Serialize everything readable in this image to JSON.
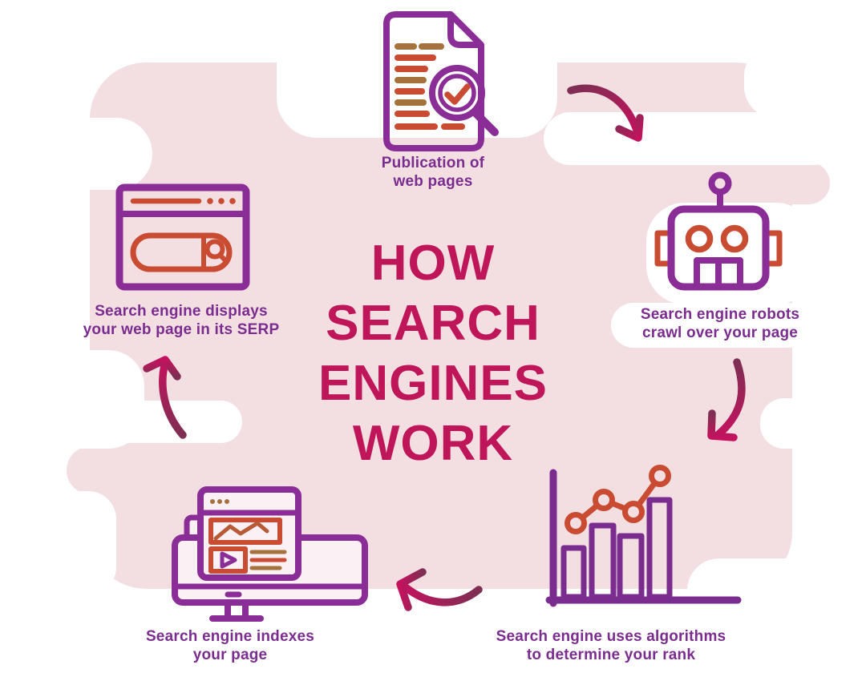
{
  "title": {
    "lines": [
      "HOW",
      "SEARCH",
      "ENGINES",
      "WORK"
    ]
  },
  "steps": [
    {
      "id": "publication",
      "icon": "document-search-icon",
      "label": "Publication of\nweb pages"
    },
    {
      "id": "crawl",
      "icon": "robot-icon",
      "label": "Search engine robots\ncrawl over your page"
    },
    {
      "id": "rank",
      "icon": "bar-chart-icon",
      "label": "Search engine uses algorithms\nto determine your rank"
    },
    {
      "id": "index",
      "icon": "monitor-index-icon",
      "label": "Search engine indexes\nyour page"
    },
    {
      "id": "serp",
      "icon": "serp-browser-icon",
      "label": "Search engine displays\nyour web page in its SERP"
    }
  ],
  "arrows": [
    {
      "id": "arrow-publication-to-crawl",
      "direction": "down-right"
    },
    {
      "id": "arrow-crawl-to-rank",
      "direction": "down-left"
    },
    {
      "id": "arrow-rank-to-index",
      "direction": "left-up"
    },
    {
      "id": "arrow-index-to-serp",
      "direction": "up"
    }
  ],
  "colors": {
    "background_blob": "#F3DFE2",
    "canvas": "#FFFFFF",
    "title_text": "#BE1659",
    "label_text": "#7B2C8F",
    "icon_purple": "#8A2D96",
    "icon_red": "#C94B31",
    "icon_brown": "#A5713C",
    "arrow_tail": "#7E2F53",
    "arrow_head": "#C4125E"
  }
}
